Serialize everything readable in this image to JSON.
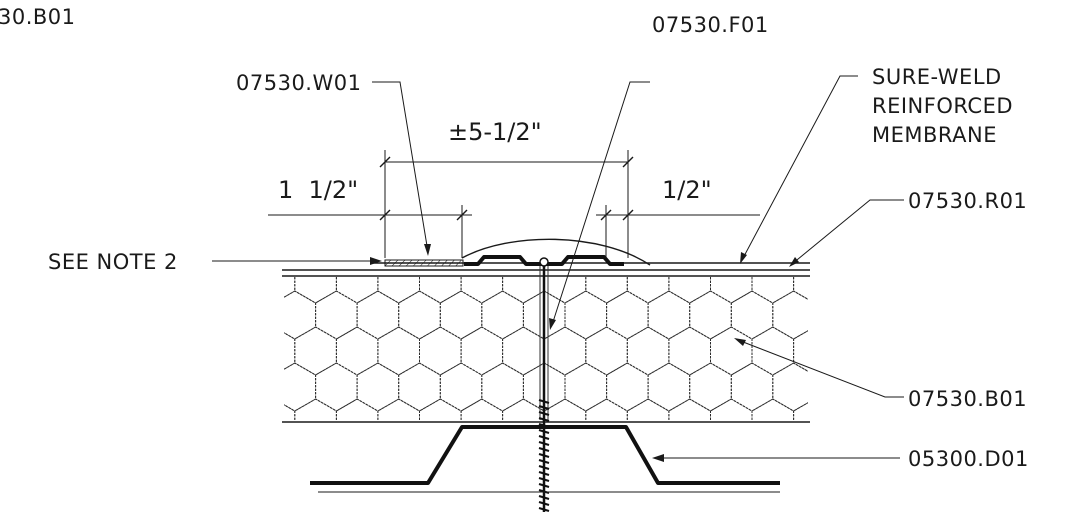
{
  "labels": {
    "corner_ref": "30.B01",
    "fastener_ref": "07530.F01",
    "weld_ref": "07530.W01",
    "membrane_line1": "SURE-WELD",
    "membrane_line2": "REINFORCED",
    "membrane_line3": "MEMBRANE",
    "overall_dim": "±5-1/2\"",
    "left_dim": "1  1/2\"",
    "right_dim": "1/2\"",
    "roof_ref": "07530.R01",
    "see_note": "SEE NOTE 2",
    "insulation_ref": "07530.B01",
    "deck_ref": "05300.D01"
  },
  "colors": {
    "ink": "#1a1a1a",
    "background": "#ffffff"
  }
}
